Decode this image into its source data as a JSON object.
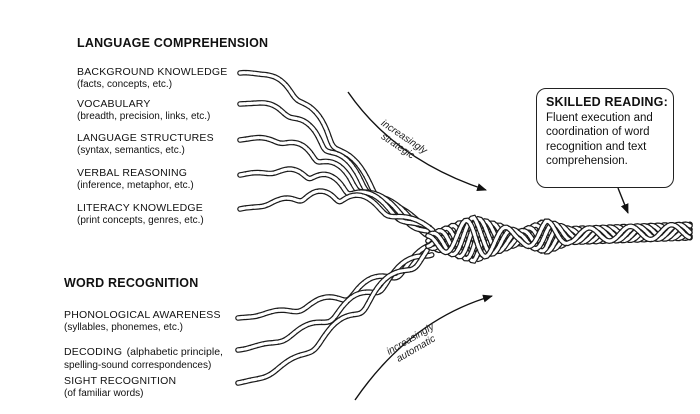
{
  "language_comprehension": {
    "heading": "LANGUAGE COMPREHENSION",
    "strands": [
      {
        "title": "BACKGROUND KNOWLEDGE",
        "detail": "(facts, concepts, etc.)"
      },
      {
        "title": "VOCABULARY",
        "detail": "(breadth, precision, links, etc.)"
      },
      {
        "title": "LANGUAGE STRUCTURES",
        "detail": "(syntax, semantics, etc.)"
      },
      {
        "title": "VERBAL REASONING",
        "detail": "(inference, metaphor, etc.)"
      },
      {
        "title": "LITERACY KNOWLEDGE",
        "detail": "(print concepts, genres, etc.)"
      }
    ],
    "direction": [
      "increasingly",
      "strategic"
    ]
  },
  "word_recognition": {
    "heading": "WORD RECOGNITION",
    "strands": [
      {
        "title": "PHONOLOGICAL AWARENESS",
        "detail": "(syllables, phonemes, etc.)"
      },
      {
        "title": "DECODING",
        "title_suffix": "(alphabetic principle,",
        "detail": "spelling-sound correspondences)"
      },
      {
        "title": "SIGHT RECOGNITION",
        "detail": "(of familiar words)"
      }
    ],
    "direction": [
      "increasingly",
      "automatic"
    ]
  },
  "skilled_reading": {
    "title": "SKILLED READING:",
    "text": "Fluent execution and coordination of word recognition and text comprehension."
  },
  "colors": {
    "ink": "#111111",
    "rope": "#1a1a1a",
    "paper": "#ffffff"
  }
}
